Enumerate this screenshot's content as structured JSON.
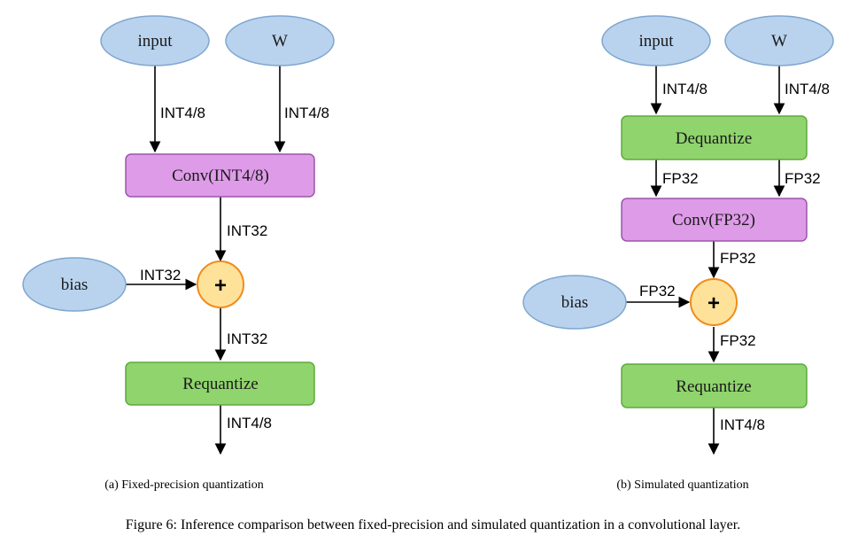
{
  "panel_a": {
    "nodes": {
      "input": "input",
      "w": "W",
      "conv": "Conv(INT4/8)",
      "bias": "bias",
      "add": "+",
      "requantize": "Requantize"
    },
    "edges": {
      "input_to_conv": "INT4/8",
      "w_to_conv": "INT4/8",
      "conv_to_add": "INT32",
      "bias_to_add": "INT32",
      "add_to_requantize": "INT32",
      "requantize_out": "INT4/8"
    },
    "caption": "(a) Fixed-precision quantization"
  },
  "panel_b": {
    "nodes": {
      "input": "input",
      "w": "W",
      "dequantize": "Dequantize",
      "conv": "Conv(FP32)",
      "bias": "bias",
      "add": "+",
      "requantize": "Requantize"
    },
    "edges": {
      "input_to_dequantize": "INT4/8",
      "w_to_dequantize": "INT4/8",
      "dequantize_to_conv_left": "FP32",
      "dequantize_to_conv_right": "FP32",
      "conv_to_add": "FP32",
      "bias_to_add": "FP32",
      "add_to_requantize": "FP32",
      "requantize_out": "INT4/8"
    },
    "caption": "(b) Simulated quantization"
  },
  "figure_caption": "Figure 6: Inference comparison between fixed-precision and simulated quantization in a convolutional layer.",
  "colors": {
    "ellipse_fill": "#b9d3ee",
    "green_fill": "#8fd46d",
    "purple_fill": "#de9be8",
    "add_fill": "#ffe29a",
    "add_stroke": "#f08c1a"
  }
}
